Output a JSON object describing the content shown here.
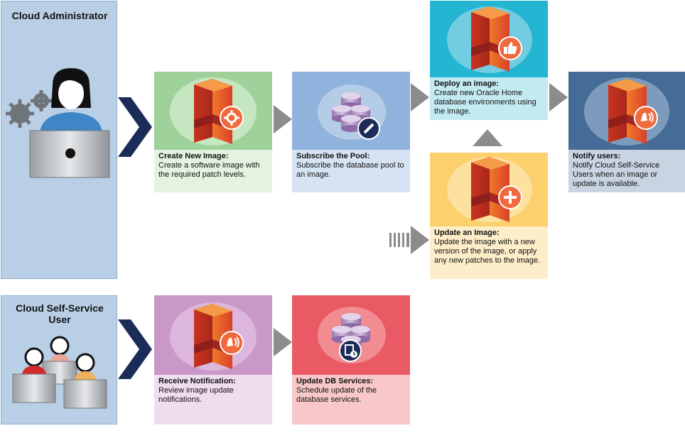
{
  "roles": {
    "admin": {
      "title": "Cloud Administrator"
    },
    "user": {
      "title": "Cloud Self-Service User"
    }
  },
  "steps": {
    "create": {
      "title": "Create New Image:",
      "desc": "Create a software image with the required patch levels.",
      "icon": "gear-icon"
    },
    "subscribe": {
      "title": "Subscribe the Pool:",
      "desc": "Subscribe the database pool to an image.",
      "icon": "pencil-icon"
    },
    "deploy": {
      "title": "Deploy an image:",
      "desc": "Create new Oracle Home database environments using the image.",
      "icon": "thumbs-up-icon"
    },
    "update": {
      "title": "Update an Image:",
      "desc": "Update the image with a new version of the image, or apply any new patches to the image.",
      "icon": "plus-icon"
    },
    "notify": {
      "title": "Notify users:",
      "desc": "Notify Cloud Self-Service Users when an image or update is available.",
      "icon": "bell-icon"
    },
    "receive": {
      "title": "Receive Notification:",
      "desc": "Review image update notifications.",
      "icon": "bell-icon"
    },
    "dbservices": {
      "title": "Update DB Services:",
      "desc": "Schedule update of the database services.",
      "icon": "clock-icon"
    }
  },
  "colors": {
    "role_bg": "#b8cfe6",
    "create_top": "#9fd29a",
    "create_cap": "#e4f3e0",
    "subscribe_top": "#8fb3dc",
    "subscribe_cap": "#d6e3f2",
    "deploy_top": "#23b5d2",
    "deploy_cap": "#c3e9f1",
    "update_top": "#fbd06d",
    "update_cap": "#fdedc9",
    "notify_top": "#456c96",
    "notify_cap": "#c8d4e2",
    "receive_top": "#c998c9",
    "receive_cap": "#efdcef",
    "dbservices_top": "#e95a64",
    "dbservices_cap": "#f8c8c8",
    "arrow_gray": "#8c8c8c",
    "arrow_navy": "#1a2c57"
  }
}
